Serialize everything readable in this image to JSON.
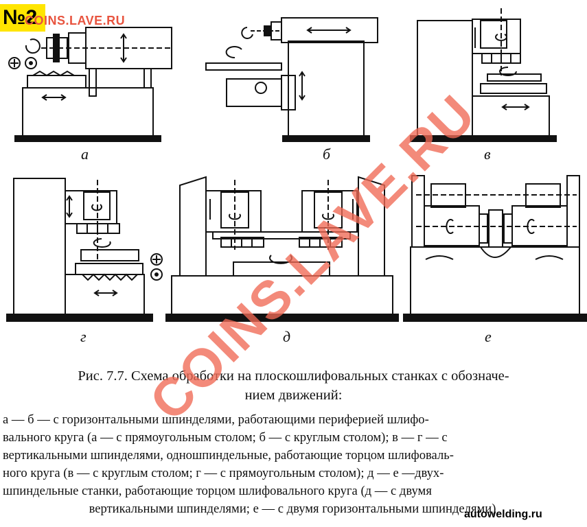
{
  "badge": "№2",
  "top_watermark": "COINS.LAVE.RU",
  "diagonal_watermark": "COINS.LAVE.RU",
  "site_mark": "autowelding.ru",
  "figure_labels": [
    "а",
    "б",
    "в",
    "г",
    "д",
    "е"
  ],
  "caption": {
    "line1": "Рис. 7.7. Схема обработки на плоскошлифовальных станках с обозначе-",
    "line2": "нием движений:"
  },
  "description": [
    "а — б — с горизонтальными шпинделями, работающими периферией шлифо-",
    "вального круга (а — с прямоугольным столом; б — с круглым столом); в — г — с",
    "вертикальными шпинделями, одношпиндельные, работающие торцом шлифоваль-",
    "ного круга (в — с круглым столом; г — с прямоугольным столом); д — е —двух-",
    "шпиндельные станки, работающие торцом шлифовального круга (д — с двумя",
    "вертикальными шпинделями; е — с двумя горизонтальными шпинделями)"
  ],
  "colors": {
    "watermark": "#e8543f",
    "badge": "#ffe500",
    "ink": "#111111"
  }
}
